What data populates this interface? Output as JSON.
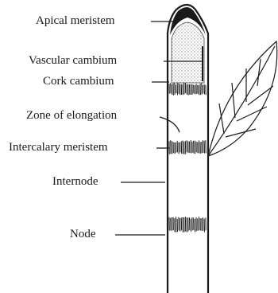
{
  "diagram": {
    "labels": {
      "apical_meristem": "Apical meristem",
      "vascular_cambium": "Vascular cambium",
      "cork_cambium": "Cork cambium",
      "zone_of_elongation": "Zone of elongation",
      "intercalary_meristem": "Intercalary meristem",
      "internode": "Internode",
      "node": "Node"
    },
    "colors": {
      "ink": "#1a1a1a",
      "stipple": "#8a8a8a",
      "background": "#ffffff"
    }
  }
}
